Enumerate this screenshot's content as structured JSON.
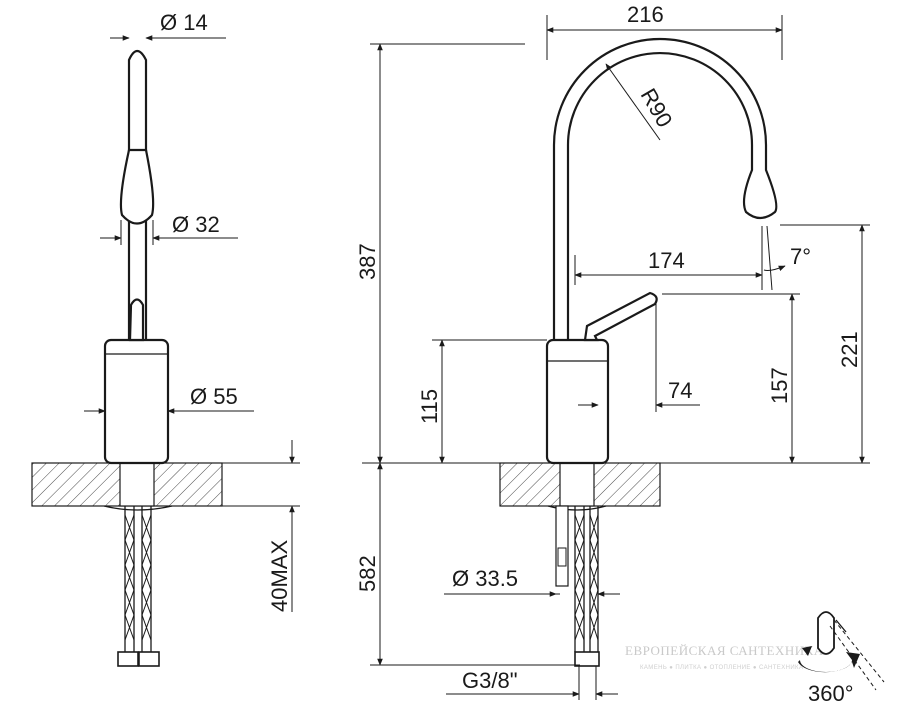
{
  "front_view": {
    "dim_spout_tip": "Ø 14",
    "dim_spout_end": "Ø 32",
    "dim_body": "Ø 55",
    "dim_deck_thickness": "40MAX"
  },
  "side_view": {
    "dim_reach": "216",
    "dim_radius": "R90",
    "dim_total_height": "387",
    "dim_spout_offset": "174",
    "dim_angle": "7°",
    "dim_body_height": "115",
    "dim_handle_reach": "74",
    "dim_handle_height": "157",
    "dim_outlet_height": "221",
    "dim_hose_length": "582",
    "dim_shank": "Ø 33.5",
    "dim_thread": "G3/8\""
  },
  "rotation": {
    "label": "360°"
  },
  "watermark": {
    "title": "ЕВРОПЕЙСКАЯ САНТЕХНИКА",
    "subtitle": "КАМЕНЬ ● ПЛИТКА ● ОТОПЛЕНИЕ ● САНТЕХНИКА"
  }
}
